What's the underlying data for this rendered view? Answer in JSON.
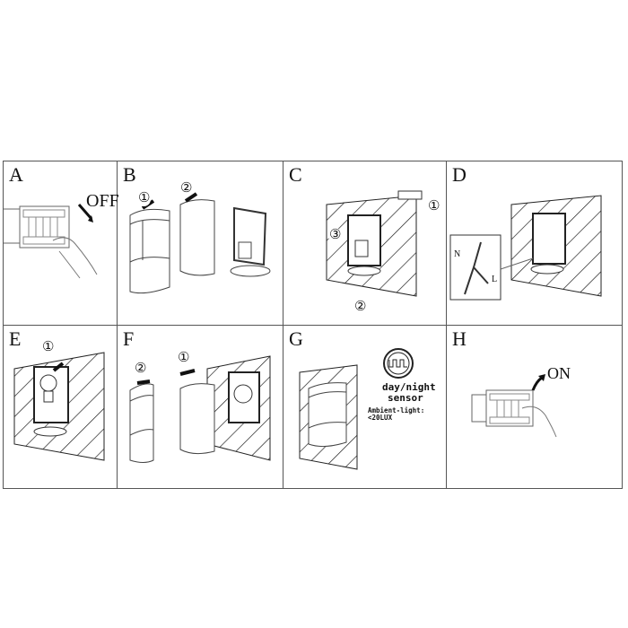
{
  "panels": [
    {
      "letter": "A",
      "caption": "OFF"
    },
    {
      "letter": "B",
      "steps": [
        "①",
        "②"
      ]
    },
    {
      "letter": "C",
      "steps": [
        "①",
        "②",
        "③"
      ]
    },
    {
      "letter": "D",
      "wires": [
        "N",
        "L"
      ]
    },
    {
      "letter": "E",
      "steps": [
        "①"
      ]
    },
    {
      "letter": "F",
      "steps": [
        "①",
        "②"
      ]
    },
    {
      "letter": "G",
      "sensor_line1": "day/night",
      "sensor_line2": "sensor",
      "ambient": "Ambient-light: <20LUX"
    },
    {
      "letter": "H",
      "caption": "ON"
    }
  ]
}
